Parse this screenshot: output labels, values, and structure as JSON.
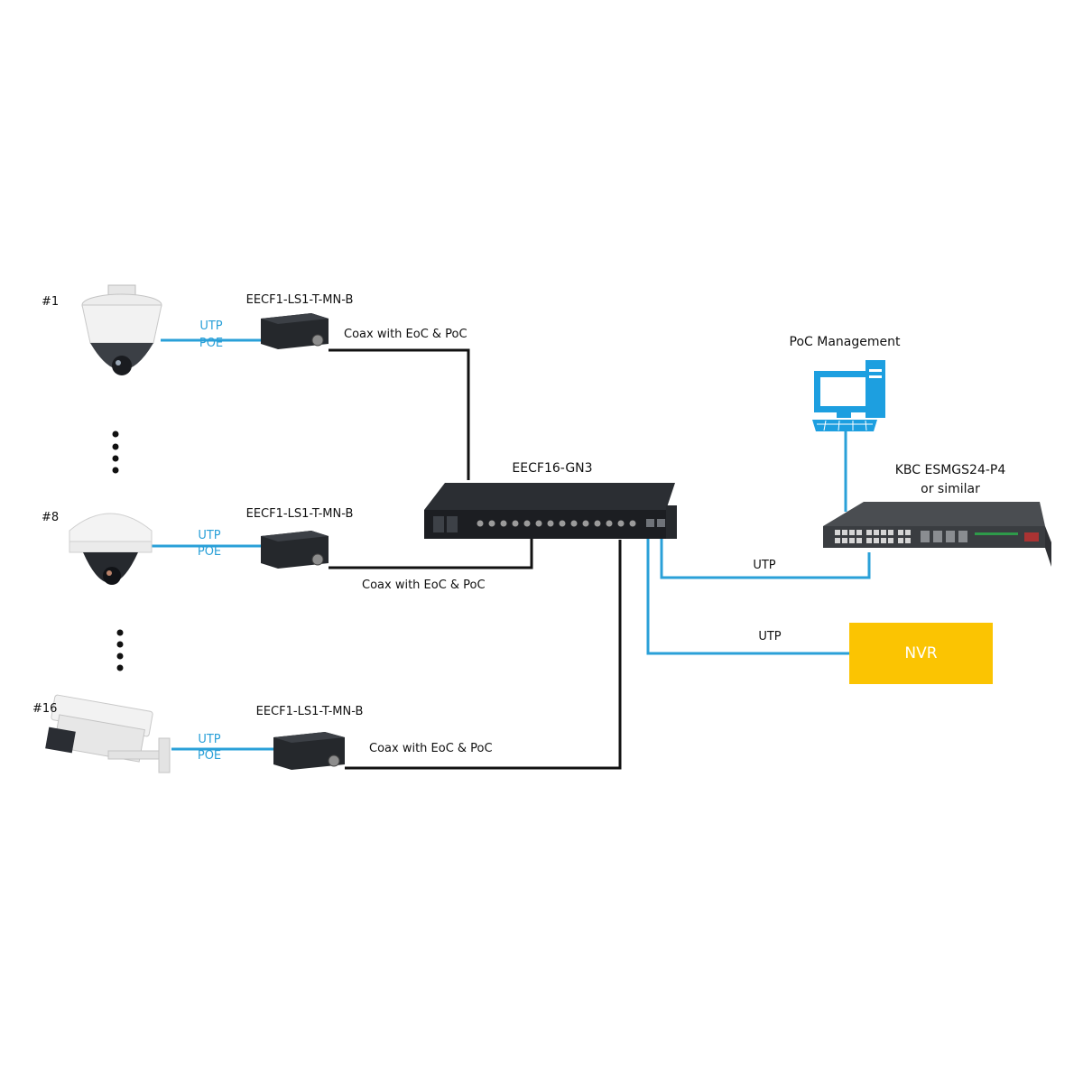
{
  "cameras": [
    {
      "label": "#1",
      "link_top": "UTP",
      "link_bottom": "POE"
    },
    {
      "label": "#8",
      "link_top": "UTP",
      "link_bottom": "POE"
    },
    {
      "label": "#16",
      "link_top": "UTP",
      "link_bottom": "POE"
    }
  ],
  "extenders": [
    {
      "model": "EECF1-LS1-T-MN-B",
      "coax_label": "Coax with EoC & PoC"
    },
    {
      "model": "EECF1-LS1-T-MN-B",
      "coax_label": "Coax with EoC & PoC"
    },
    {
      "model": "EECF1-LS1-T-MN-B",
      "coax_label": "Coax with EoC & PoC"
    }
  ],
  "central_unit": {
    "model": "EECF16-GN3"
  },
  "management": {
    "label": "PoC Management",
    "icon": "computer-icon"
  },
  "switch": {
    "line1": "KBC ESMGS24-P4",
    "line2": "or similar",
    "uplink_label": "UTP"
  },
  "nvr": {
    "label": "NVR",
    "link_label": "UTP",
    "color": "#fbc402"
  },
  "colors": {
    "utp_line": "#2aa0d8",
    "coax_line": "#111111",
    "computer": "#1d9fe0"
  }
}
